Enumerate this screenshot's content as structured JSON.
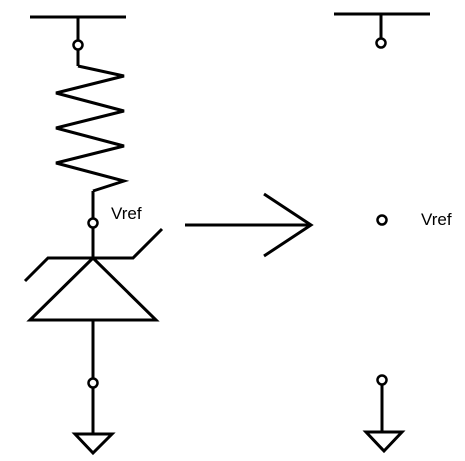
{
  "colors": {
    "stroke": "#000000",
    "background": "#ffffff"
  },
  "left_circuit": {
    "components": [
      "supply-rail",
      "resistor",
      "shunt-regulator",
      "ground"
    ],
    "node_label": "Vref"
  },
  "transform_arrow": {
    "icon": "right-arrow-icon"
  },
  "right_circuit": {
    "components": [
      "supply-rail",
      "vref-node",
      "ground"
    ],
    "node_label": "Vref"
  }
}
